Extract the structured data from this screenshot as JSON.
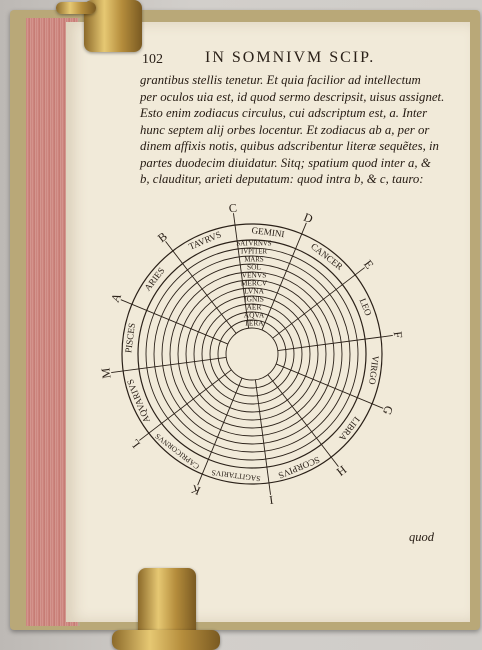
{
  "header": {
    "page_number": "102",
    "running_head": "IN SOMNIVM SCIP."
  },
  "body_lines": [
    "grantibus stellis tenetur. Et quia facilior ad intellectum",
    "per oculos uia est, id quod sermo descripsit, uisus assignet.",
    "Esto enim zodiacus circulus, cui adscriptum est, a. Inter",
    "hunc septem alij orbes locentur. Et zodiacus ab a, per or",
    "dinem affixis notis, quibus adscribentur literæ sequẽtes, in",
    "partes duodecim diuidatur. Sitq; spatium quod inter a, &",
    "b, clauditur, arieti deputatum: quod intra b, & c, tauro:"
  ],
  "catchword": "quod",
  "diagram": {
    "zodiac_signs": [
      "ARIES",
      "TAVRVS",
      "GEMINI",
      "CANCER",
      "LEO",
      "VIRGO",
      "LIBRA",
      "SCORPIVS",
      "SAGITTARIVS",
      "CAPRICORNVS",
      "AQVARIVS",
      "PISCES"
    ],
    "letters": [
      "A",
      "B",
      "C",
      "D",
      "E",
      "F",
      "G",
      "H",
      "I",
      "K",
      "L",
      "M"
    ],
    "spheres": [
      "SATVRNVS",
      "IVPITER",
      "MARS",
      "SOL",
      "VENVS",
      "MERCV",
      "LVNA",
      "IGNIS",
      "AER",
      "AQVA",
      "TERA"
    ]
  },
  "colors": {
    "ink": "#2a2018",
    "paper": "#f1ead9",
    "edge_red": "#c9807a",
    "brass": "#c9a24e"
  }
}
